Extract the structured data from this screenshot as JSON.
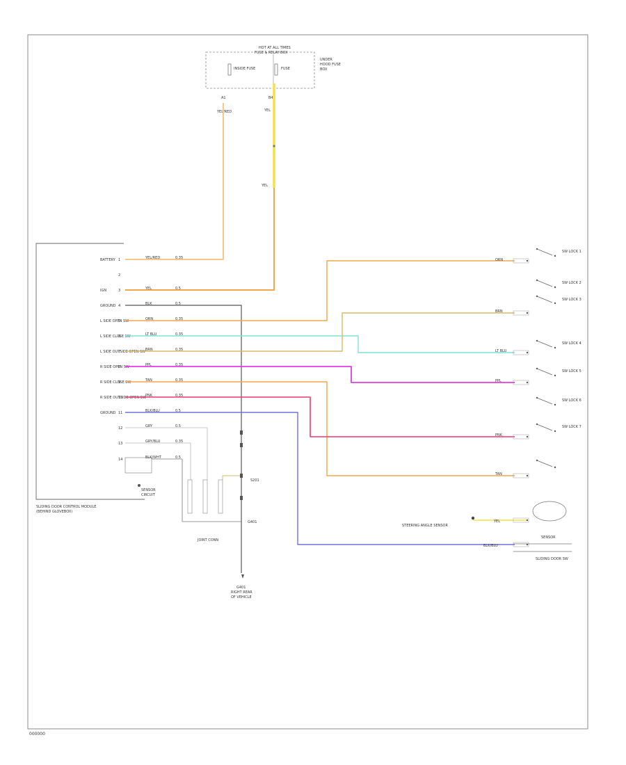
{
  "fuse_block": {
    "title_1": "HOT AT ALL TIMES",
    "title_2": "FUSE & RELAY BOX",
    "fuse_left": "INSIDE FUSE",
    "fuse_right": "FUSE",
    "side_note_1": "UNDER",
    "side_note_2": "HOOD FUSE",
    "side_note_3": "BOX",
    "pin_left": "A1",
    "pin_right": "B4",
    "wire_left": "YEL/RED",
    "wire_right": "YEL",
    "wire_mid": "YEL"
  },
  "module": {
    "pins": [
      {
        "label": "BATTERY",
        "pin": "1",
        "wire": "YEL/RED",
        "id": "0.35"
      },
      {
        "label": "",
        "pin": "2",
        "wire": "",
        "id": ""
      },
      {
        "label": "IGN",
        "pin": "3",
        "wire": "YEL",
        "id": "0.5"
      },
      {
        "label": "GROUND",
        "pin": "4",
        "wire": "BLK",
        "id": "0.5"
      },
      {
        "label": "L SIDE OPEN SW",
        "pin": "5",
        "wire": "ORN",
        "id": "0.35"
      },
      {
        "label": "L SIDE CLOSE SW",
        "pin": "6",
        "wire": "LT BLU",
        "id": "0.35"
      },
      {
        "label": "L SIDE OUTSIDE OPEN SW",
        "pin": "7",
        "wire": "BRN",
        "id": "0.35"
      },
      {
        "label": "R SIDE OPEN SW",
        "pin": "8",
        "wire": "PPL",
        "id": "0.35"
      },
      {
        "label": "R SIDE CLOSE SW",
        "pin": "9",
        "wire": "TAN",
        "id": "0.35"
      },
      {
        "label": "R SIDE OUTSIDE OPEN SW",
        "pin": "10",
        "wire": "PNK",
        "id": "0.35"
      },
      {
        "label": "GROUND",
        "pin": "11",
        "wire": "BLK/BLU",
        "id": "0.5"
      },
      {
        "label": "",
        "pin": "12",
        "wire": "GRY",
        "id": "0.5"
      },
      {
        "label": "",
        "pin": "13",
        "wire": "GRY/BLU",
        "id": "0.35"
      },
      {
        "label": "",
        "pin": "14",
        "wire": "BLK/WHT",
        "id": "0.5"
      }
    ],
    "name_1": "SLIDING DOOR CONTROL MODULE",
    "name_2": "(BEHIND GLOVEBOX)",
    "sensor_label": "SENSOR",
    "sensor_label_2": "CIRCUIT"
  },
  "switches": {
    "labels": [
      "SW LOCK 1",
      "SW LOCK 2",
      "SW LOCK 3",
      "SW LOCK 4",
      "SW LOCK 5",
      "SW LOCK 6",
      "SW LOCK 7"
    ],
    "pin_labels": [
      "ORN",
      "BRN",
      "LT BLU",
      "PPL",
      "PNK",
      "TAN"
    ]
  },
  "sensor": {
    "label": "STEERING ANGLE SENSOR",
    "wire_label": "YEL",
    "ground_label": "BLK/BLU",
    "device": "SENSOR",
    "unit": "SLIDING DOOR SW"
  },
  "joint": {
    "label": "JOINT CONN",
    "splice": "S201",
    "splice2": "G401"
  },
  "ground": {
    "name": "G401",
    "line1": "RIGHT REAR",
    "line2": "OF VEHICLE"
  },
  "figure_id": "000000",
  "colors": {
    "yellow": "#f2e24a",
    "orange": "#f0a64a",
    "cyan": "#7fe0e0",
    "tan": "#d8b866",
    "magenta": "#e23ae2",
    "pink": "#e83a6a",
    "blue": "#7070e0",
    "black": "#555555",
    "peach": "#f5c78a"
  }
}
